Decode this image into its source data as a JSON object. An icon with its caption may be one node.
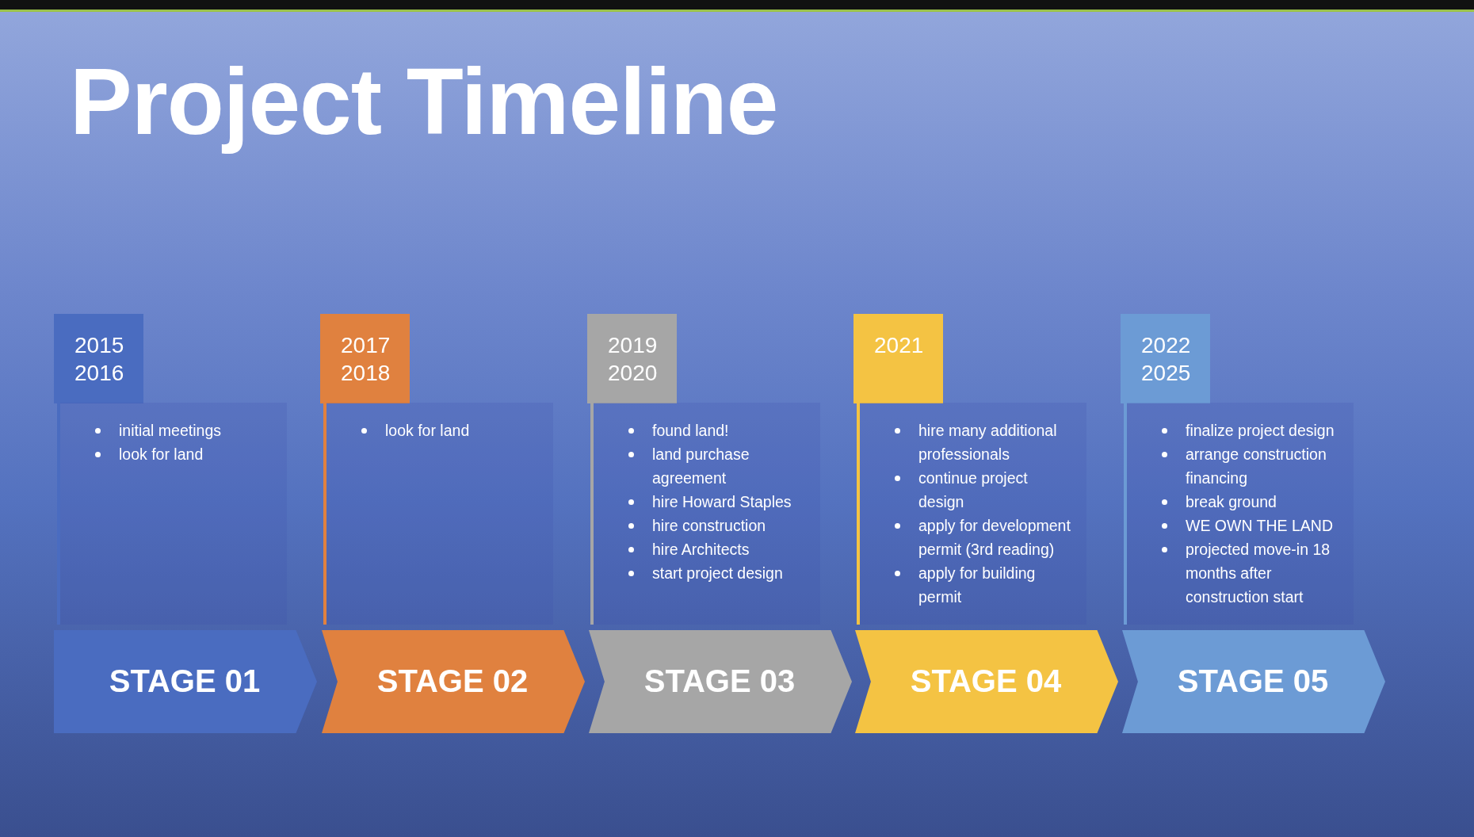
{
  "diagram": {
    "title": "Project Timeline",
    "nodes": [
      {
        "text": [
          "2015 2016"
        ]
      },
      {
        "text": [
          "initial meetings",
          "look for land"
        ]
      },
      {
        "text": [
          "STAGE 01"
        ]
      },
      {
        "text": [
          "2017 2018"
        ]
      },
      {
        "text": [
          "look for land"
        ]
      },
      {
        "text": [
          "STAGE 02"
        ]
      },
      {
        "text": [
          "2019 2020"
        ]
      },
      {
        "text": [
          "found land!",
          "land purchase agreement",
          "hire Howard Staples",
          "hire construction",
          "hire Architects",
          "start project design"
        ]
      },
      {
        "text": [
          "STAGE 03"
        ]
      },
      {
        "text": [
          "2021"
        ]
      },
      {
        "text": [
          "hire many additional professionals",
          "continue project design",
          "apply for development permit (3rd reading)",
          "apply for building permit"
        ]
      },
      {
        "text": [
          "STAGE 04"
        ]
      },
      {
        "text": [
          "2022 2025"
        ]
      },
      {
        "text": [
          "finalize project design",
          "arrange construction financing",
          "break ground",
          "WE OWN THE LAND",
          "projected move-in 18 months after construction start"
        ]
      },
      {
        "text": [
          "STAGE 05"
        ]
      }
    ]
  }
}
